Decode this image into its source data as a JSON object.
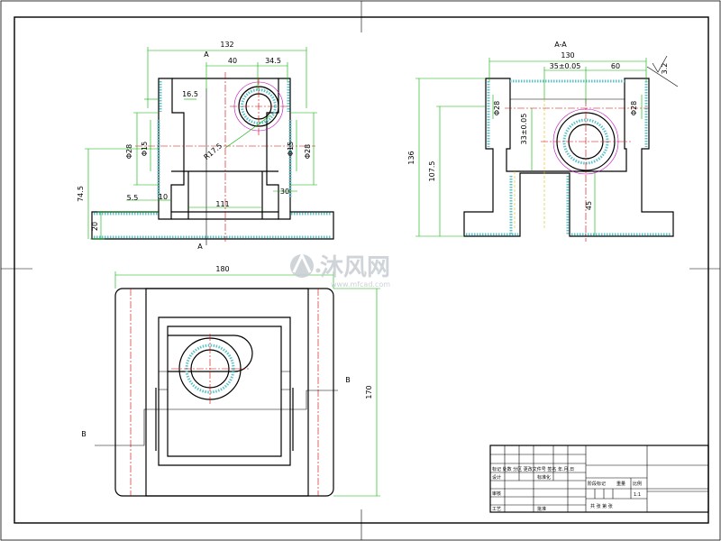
{
  "front_view": {
    "dims": {
      "overall_width": "132",
      "half_width": "40",
      "offset": "34.5",
      "boss": "16.5",
      "radius": "R17.5",
      "left_phi": "Φ28",
      "left_phi2": "Φ15",
      "right_phi": "Φ15",
      "right_phi2": "Φ28",
      "height": "74.5",
      "base": "20",
      "gap_small": "5.5",
      "gap": "10",
      "inner_width": "111",
      "rib": "30"
    },
    "section_label": "A"
  },
  "side_view": {
    "section_title": "A-A",
    "dims": {
      "width": "130",
      "pos": "35±0.05",
      "right": "60",
      "total_h": "136",
      "h2": "107.5",
      "h3": "33±0.05",
      "slot": "45",
      "left_phi": "Φ28",
      "right_phi": "Φ28"
    },
    "roughness": "3.2"
  },
  "top_view": {
    "dims": {
      "width": "180",
      "height": "170"
    },
    "section_label_left": "B",
    "section_label_right": "B"
  },
  "title_block": {
    "designer": "设计",
    "checker": "审核",
    "process": "工艺",
    "standardize": "标准化",
    "approve": "批准",
    "stage_label": "阶段标记",
    "weight_label": "重量",
    "scale_label": "比例",
    "scale_value": "1:1",
    "sheets": "共 张 第 张",
    "mark_cols": "标记 处数 分区 更改文件号 签名 年.月.日"
  },
  "watermark": {
    "text": "沐风网",
    "url": "www.mfcad.com"
  }
}
